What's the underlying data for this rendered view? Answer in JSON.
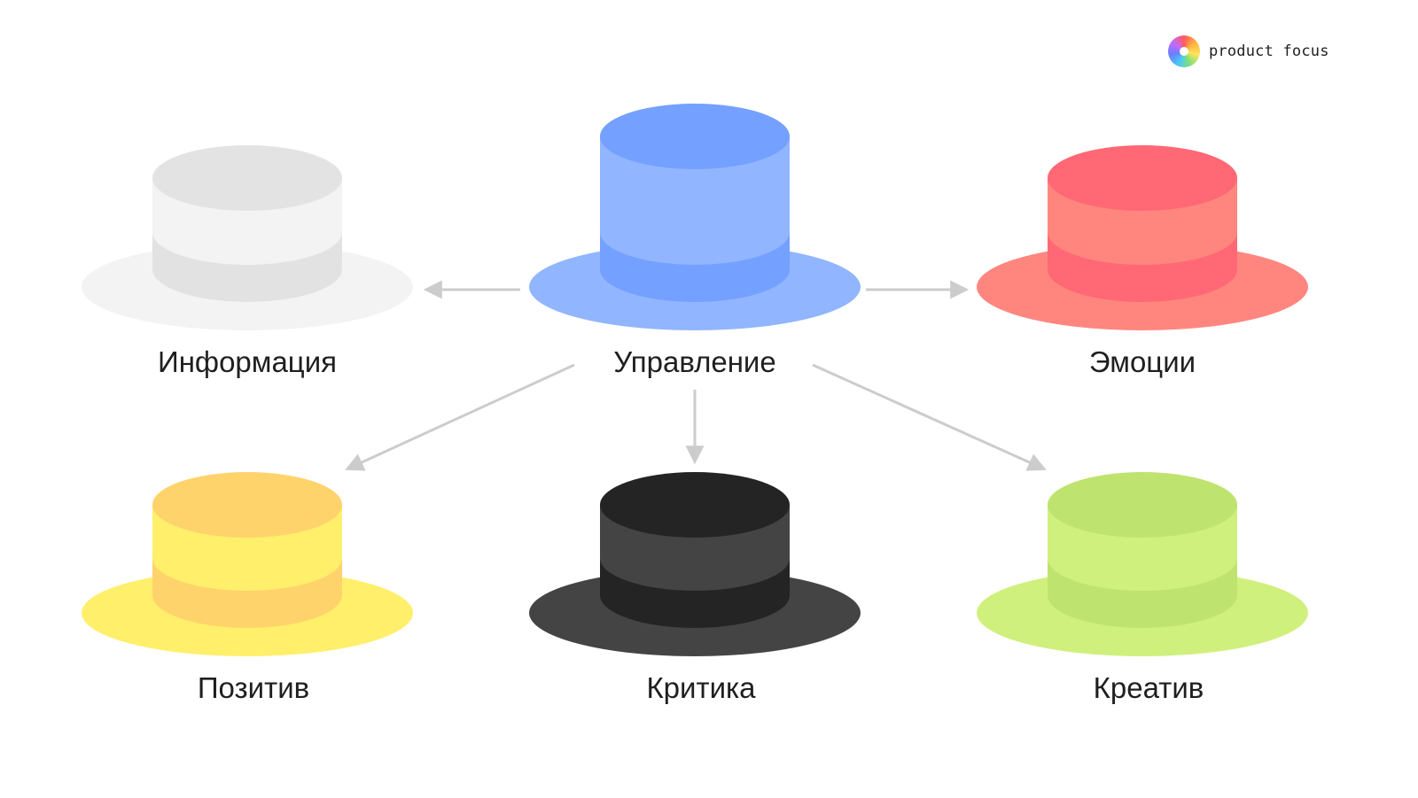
{
  "brand": {
    "logo_text": "product focus"
  },
  "hats": {
    "info": {
      "label": "Информация",
      "crown_top": "#e3e3e3",
      "crown_body": "#f3f3f3",
      "band": "#e2e2e2",
      "brim": "#f3f3f3"
    },
    "control": {
      "label": "Управление",
      "crown_top": "#74a0ff",
      "crown_body": "#91b5ff",
      "band": "#74a0ff",
      "brim": "#91b5ff"
    },
    "emotion": {
      "label": "Эмоции",
      "crown_top": "#ff6874",
      "crown_body": "#ff867f",
      "band": "#ff6874",
      "brim": "#ff867f"
    },
    "positive": {
      "label": "Позитив",
      "crown_top": "#ffd36c",
      "crown_body": "#ffef6b",
      "band": "#ffd36c",
      "brim": "#ffef6b"
    },
    "critic": {
      "label": "Критика",
      "crown_top": "#242424",
      "crown_body": "#444444",
      "band": "#242424",
      "brim": "#444444"
    },
    "creative": {
      "label": "Креатив",
      "crown_top": "#bfe36f",
      "crown_body": "#d0f07d",
      "band": "#bfe36f",
      "brim": "#d0f07d"
    }
  },
  "arrow_color": "#cccccc"
}
